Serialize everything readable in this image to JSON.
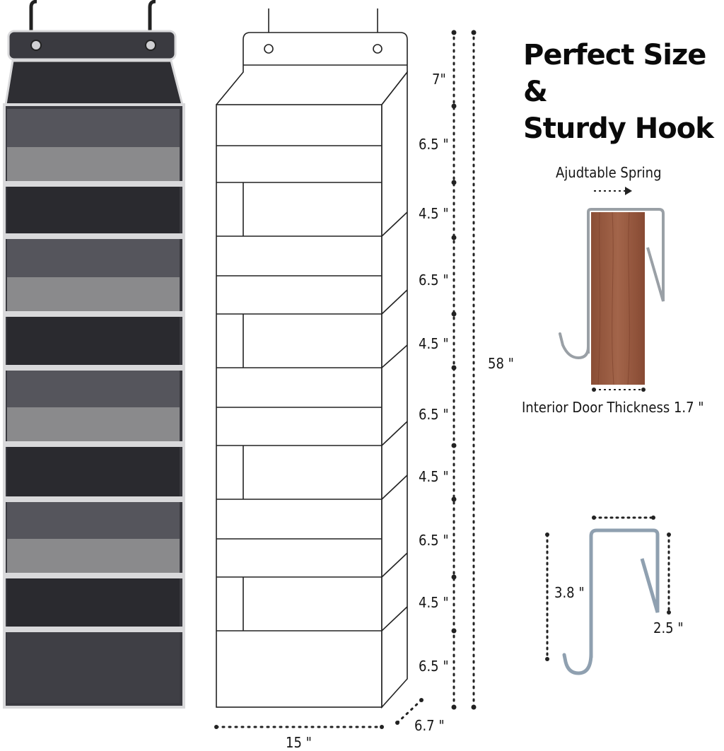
{
  "heading": {
    "line1": "Perfect Size &",
    "line2": "Sturdy Hook"
  },
  "spring_label": "Ajudtable Spring",
  "door_label": "Interior Door Thickness 1.7 \"",
  "hook_dims": {
    "height": "3.8 \"",
    "depth": "2.5 \""
  },
  "organizer_dims": {
    "total_height": "58 \"",
    "width": "15 \"",
    "depth": "6.7 \""
  },
  "section_heights": [
    "7\"",
    "6.5 \"",
    "4.5 \"",
    "6.5 \"",
    "4.5 \"",
    "6.5 \"",
    "4.5 \"",
    "6.5 \"",
    "4.5 \"",
    "6.5 \""
  ],
  "colors": {
    "fabric_dark": "#3a3a40",
    "fabric_mid": "#55555c",
    "mesh_gray": "#8a8a8c",
    "trim_white": "#d9d9db",
    "wood": "#9a5a3f",
    "metal": "#b8bcc2"
  },
  "icons": [
    "dimension-dotted-line",
    "metal-hook",
    "wood-door-panel"
  ]
}
